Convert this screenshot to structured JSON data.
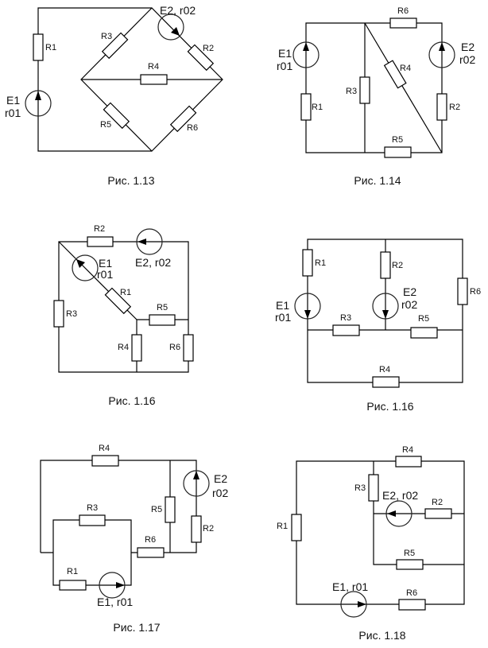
{
  "figures": [
    {
      "caption": "Рис. 1.13",
      "labels": {
        "R1": "R1",
        "R2": "R2",
        "R3": "R3",
        "R4": "R4",
        "R5": "R5",
        "R6": "R6",
        "E1": "E1",
        "r01": "r01",
        "E2": "E2, r02"
      }
    },
    {
      "caption": "Рис. 1.14",
      "labels": {
        "R1": "R1",
        "R2": "R2",
        "R3": "R3",
        "R4": "R4",
        "R5": "R5",
        "R6": "R6",
        "E1": "E1",
        "r01": "r01",
        "E2": "E2",
        "r02": "r02"
      }
    },
    {
      "caption": "Рис. 1.16",
      "labels": {
        "R1": "R1",
        "R2": "R2",
        "R3": "R3",
        "R4": "R4",
        "R5": "R5",
        "R6": "R6",
        "E1": "E1",
        "r01": "r01",
        "E2": "E2, r02"
      }
    },
    {
      "caption": "Рис. 1.16",
      "labels": {
        "R1": "R1",
        "R2": "R2",
        "R3": "R3",
        "R4": "R4",
        "R5": "R5",
        "R6": "R6",
        "E1": "E1",
        "r01": "r01",
        "E2": "E2",
        "r02": "r02"
      }
    },
    {
      "caption": "Рис. 1.17",
      "labels": {
        "R1": "R1",
        "R2": "R2",
        "R3": "R3",
        "R4": "R4",
        "R5": "R5",
        "R6": "R6",
        "E1": "E1, r01",
        "E2": "E2",
        "r02": "r02"
      }
    },
    {
      "caption": "Рис. 1.18",
      "labels": {
        "R1": "R1",
        "R2": "R2",
        "R3": "R3",
        "R4": "R4",
        "R5": "R5",
        "R6": "R6",
        "E1": "E1, r01",
        "E2": "E2, r02"
      }
    }
  ]
}
